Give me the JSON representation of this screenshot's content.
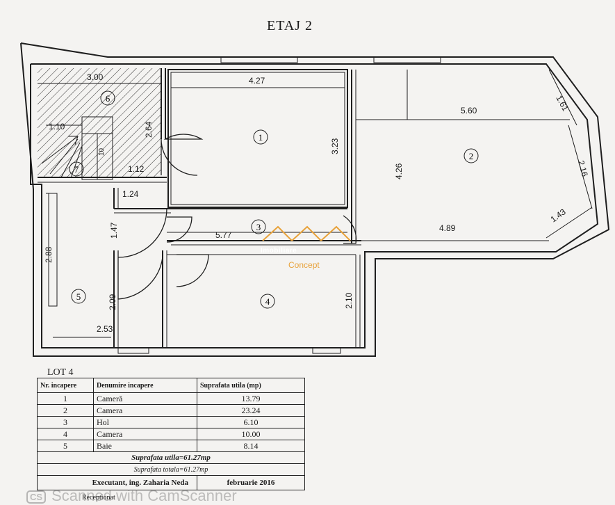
{
  "title": "ETAJ 2",
  "dimensions": {
    "d300": "3.00",
    "d427": "4.27",
    "d560": "5.60",
    "d161": "1.61",
    "d110": "1.10",
    "d264": "2.64",
    "d323": "3.23",
    "d426": "4.26",
    "d216": "2.16",
    "d112": "1.12",
    "d124": "1.24",
    "d147": "1.47",
    "d143": "1.43",
    "d577": "5.77",
    "d489": "4.89",
    "d288": "2.88",
    "d209": "2.09",
    "d210": "2.10",
    "d253": "2.53",
    "d10": "10"
  },
  "room_markers": [
    "1",
    "2",
    "3",
    "4",
    "5",
    "6",
    "7"
  ],
  "watermark_logo": {
    "top": "Imobiliare",
    "bottom": "Concept"
  },
  "lot_label": "LOT 4",
  "table": {
    "headers": [
      "Nr. incapere",
      "Denumire incapere",
      "Suprafata utila (mp)"
    ],
    "rows": [
      {
        "nr": "1",
        "name": "Cameră",
        "area": "13.79"
      },
      {
        "nr": "2",
        "name": "Camera",
        "area": "23.24"
      },
      {
        "nr": "3",
        "name": "Hol",
        "area": "6.10"
      },
      {
        "nr": "4",
        "name": "Camera",
        "area": "10.00"
      },
      {
        "nr": "5",
        "name": "Baie",
        "area": "8.14"
      }
    ],
    "sum_useful": "Suprafata utila=61.27mp",
    "sum_total": "Suprafata totala=61.27mp",
    "executant": "Executant, ing. Zaharia Neda",
    "date": "februarie 2016",
    "reception": "Receptionat"
  },
  "scanner_watermark": {
    "badge": "CS",
    "text": "Scanned with CamScanner"
  }
}
